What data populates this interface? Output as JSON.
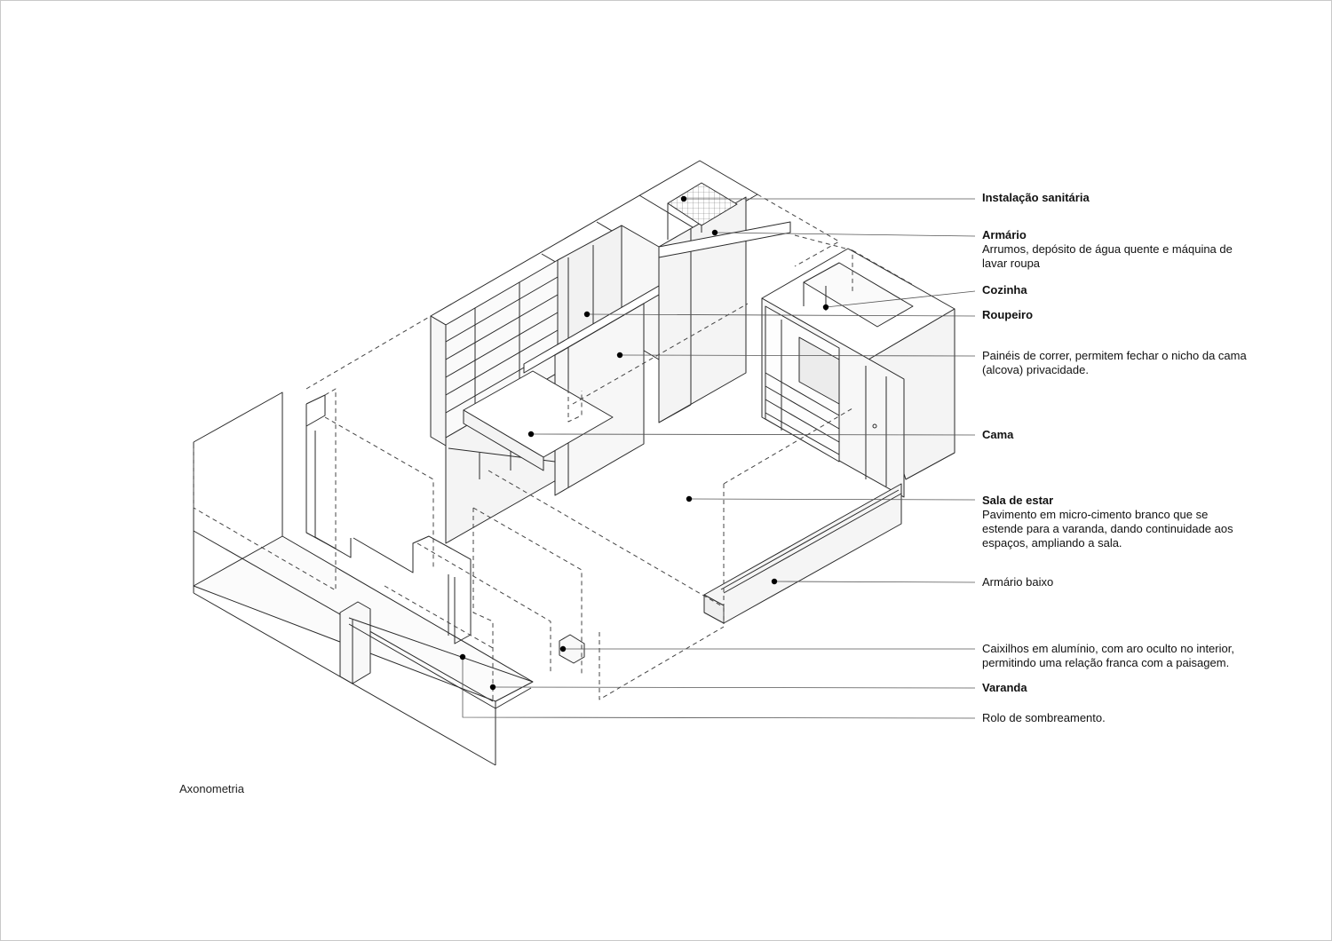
{
  "caption": "Axonometria",
  "labels": [
    {
      "id": "instalacao",
      "title": "Instalação sanitária",
      "desc": "",
      "bold": true
    },
    {
      "id": "armario",
      "title": "Armário",
      "desc": "Arrumos, depósito de água quente e máquina de lavar roupa",
      "bold": true
    },
    {
      "id": "cozinha",
      "title": "Cozinha",
      "desc": "",
      "bold": true
    },
    {
      "id": "roupeiro",
      "title": "Roupeiro",
      "desc": "",
      "bold": true
    },
    {
      "id": "paineis",
      "title": "",
      "desc": "Painéis de correr, permitem fechar o nicho da cama (alcova) privacidade.",
      "bold": false
    },
    {
      "id": "cama",
      "title": "Cama",
      "desc": "",
      "bold": true
    },
    {
      "id": "sala",
      "title": "Sala de estar",
      "desc": "Pavimento em micro-cimento branco que se estende para a varanda, dando continuidade aos espaços, ampliando a sala.",
      "bold": true
    },
    {
      "id": "armario-baixo",
      "title": "",
      "desc": "Armário baixo",
      "bold": false
    },
    {
      "id": "caixilhos",
      "title": "",
      "desc": "Caixilhos em alumínio, com aro oculto no interior, permitindo uma relação franca com a paisagem.",
      "bold": false
    },
    {
      "id": "varanda",
      "title": "Varanda",
      "desc": "",
      "bold": true
    },
    {
      "id": "rolo",
      "title": "",
      "desc": "Rolo de sombreamento.",
      "bold": false
    }
  ],
  "colors": {
    "line": "#2a2a2a",
    "fill": "#f6f6f6",
    "leader": "#555555",
    "dash": "#444444"
  }
}
